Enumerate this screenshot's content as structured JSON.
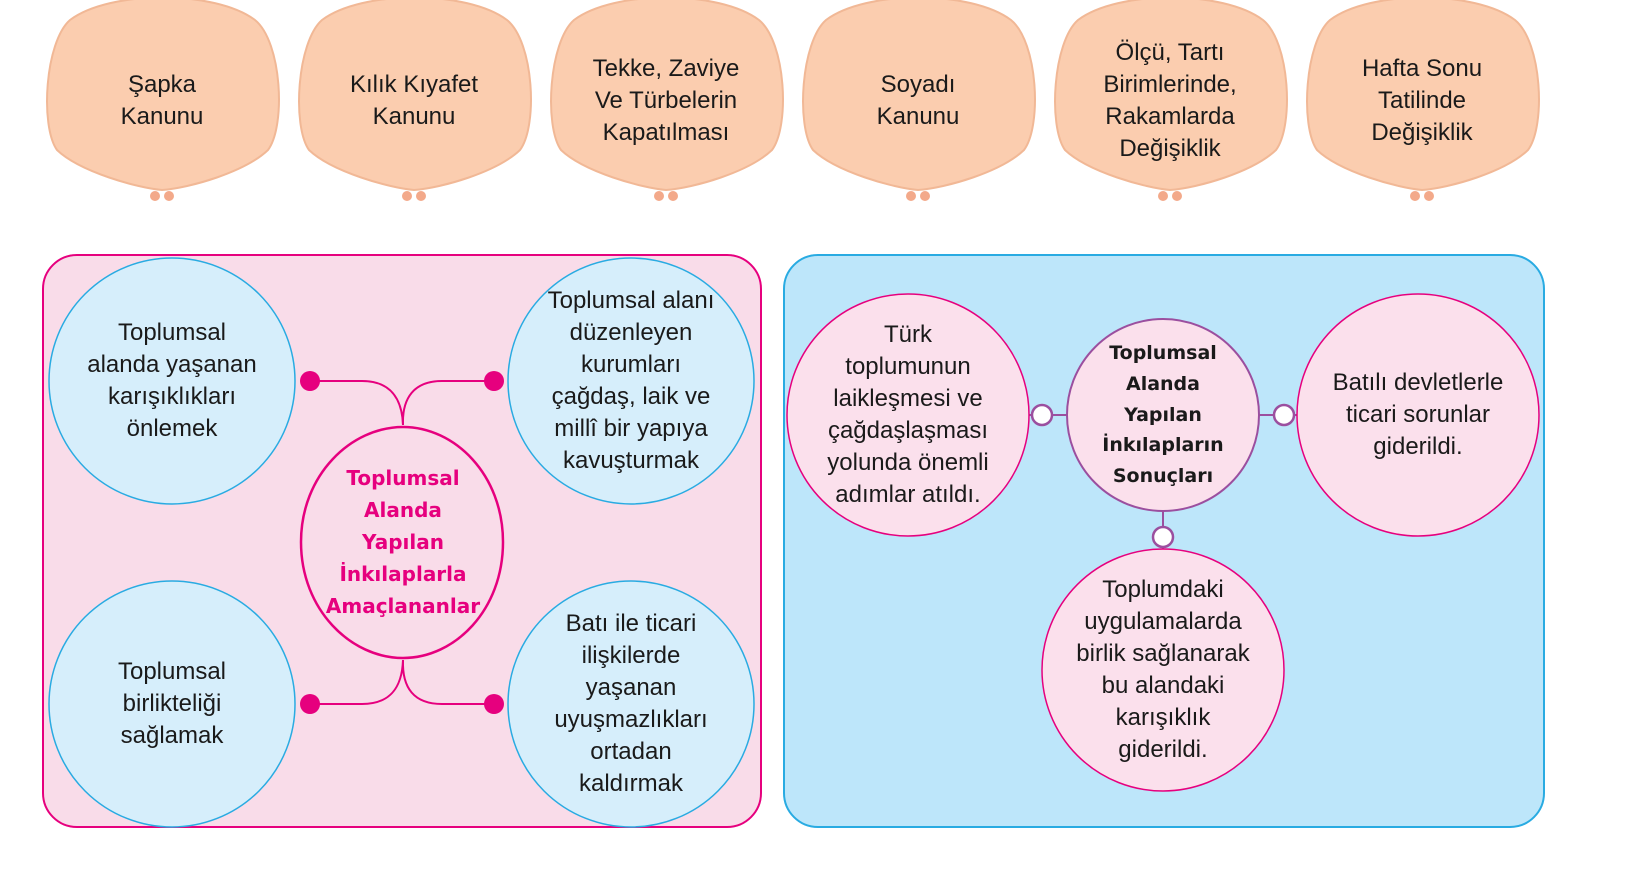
{
  "top_bubbles": [
    {
      "label": "Şapka Kanunu",
      "lines": [
        "Şapka",
        "Kanunu"
      ]
    },
    {
      "label": "Kılık Kıyafet Kanunu",
      "lines": [
        "Kılık Kıyafet",
        "Kanunu"
      ]
    },
    {
      "label": "Tekke, Zaviye Ve Türbelerin Kapatılması",
      "lines": [
        "Tekke, Zaviye",
        "Ve Türbelerin",
        "Kapatılması"
      ]
    },
    {
      "label": "Soyadı Kanunu",
      "lines": [
        "Soyadı",
        "Kanunu"
      ]
    },
    {
      "label": "Ölçü, Tartı Birimlerinde, Rakamlarda Değişiklik",
      "lines": [
        "Ölçü, Tartı",
        "Birimlerinde,",
        "Rakamlarda",
        "Değişiklik"
      ]
    },
    {
      "label": "Hafta Sonu Tatilinde Değişiklik",
      "lines": [
        "Hafta Sonu",
        "Tatilinde",
        "Değişiklik"
      ]
    }
  ],
  "aims_panel": {
    "center": {
      "lines": [
        "Toplumsal",
        "Alanda",
        "Yapılan",
        "İnkılaplarla",
        "Amaçlananlar"
      ]
    },
    "items": [
      {
        "lines": [
          "Toplumsal",
          "alanda yaşanan",
          "karışıklıkları",
          "önlemek"
        ]
      },
      {
        "lines": [
          "Toplumsal alanı",
          "düzenleyen",
          "kurumları",
          "çağdaş, laik ve",
          "millî bir yapıya",
          "kavuşturmak"
        ]
      },
      {
        "lines": [
          "Toplumsal",
          "birlikteliği",
          "sağlamak"
        ]
      },
      {
        "lines": [
          "Batı ile ticari",
          "ilişkilerde",
          "yaşanan",
          "uyuşmazlıkları",
          "ortadan",
          "kaldırmak"
        ]
      }
    ]
  },
  "results_panel": {
    "center": {
      "lines": [
        "Toplumsal",
        "Alanda",
        "Yapılan",
        "İnkılapların",
        "Sonuçları"
      ]
    },
    "items": [
      {
        "lines": [
          "Türk",
          "toplumunun",
          "laikleşmesi ve",
          "çağdaşlaşması",
          "yolunda önemli",
          "adımlar atıldı."
        ]
      },
      {
        "lines": [
          "Batılı devletlerle",
          "ticari sorunlar",
          "giderildi."
        ]
      },
      {
        "lines": [
          "Toplumdaki",
          "uygulamalarda",
          "birlik sağlanarak",
          "bu alandaki",
          "karışıklık",
          "giderildi."
        ]
      }
    ]
  },
  "colors": {
    "bubble_fill": "#fbcdaf",
    "bubble_stroke": "#f1b896",
    "pink_panel": "#f9dce9",
    "pink_border": "#e6007e",
    "blue_panel": "#bde6fa",
    "blue_border": "#29abe2",
    "light_blue_circle": "#d6eefb",
    "light_pink_circle": "#fbe0ec",
    "magenta": "#e6007e",
    "purple": "#9b4f9f"
  }
}
